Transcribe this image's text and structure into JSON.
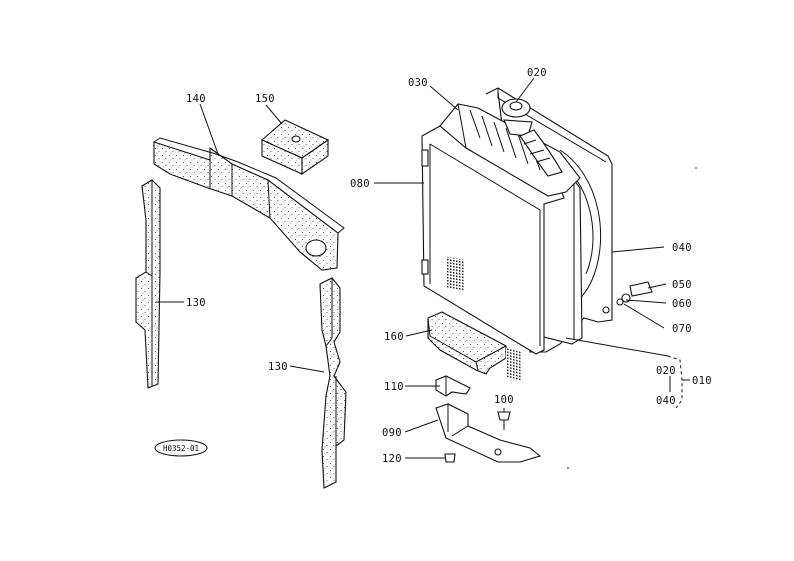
{
  "diagram": {
    "drawing_code": "H0352-01",
    "labels": {
      "p010": "010",
      "p020_top": "020",
      "p020_ref": "020",
      "p030": "030",
      "p040": "040",
      "p040_ref": "040",
      "p050": "050",
      "p060": "060",
      "p070": "070",
      "p080": "080",
      "p090": "090",
      "p100": "100",
      "p110": "110",
      "p120": "120",
      "p130_left": "130",
      "p130_right": "130",
      "p140": "140",
      "p150": "150",
      "p160": "160"
    }
  }
}
